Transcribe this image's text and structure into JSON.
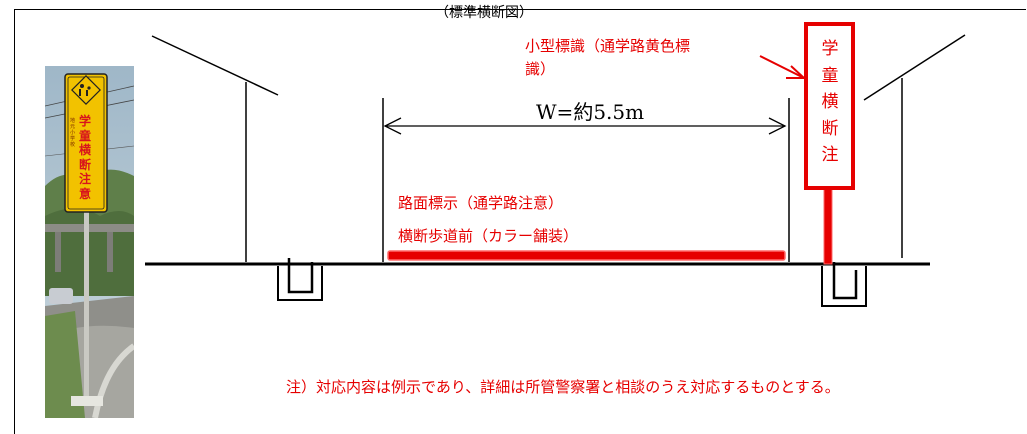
{
  "header": {
    "title": "（標準横断図）"
  },
  "photo_sign": {
    "text": "学童横断注意",
    "small_text": "地元小学校"
  },
  "dimension": {
    "label": "W=約5.5m"
  },
  "labels": {
    "small_sign": "小型標識（通学路黄色標識）",
    "small_sign_line1": "小型標識（通学路黄色標",
    "small_sign_line2": "識）",
    "road_marking_line1": "路面標示（通学路注意）",
    "road_marking_line2": "横断歩道前（カラー舗装）",
    "big_sign_chars": [
      "学",
      "童",
      "横",
      "断",
      "注"
    ]
  },
  "note": {
    "text": "注）対応内容は例示であり、詳細は所管警察署と相談のうえ対応するものとする。"
  },
  "colors": {
    "red": "#e60000",
    "sign_yellow": "#f2c200",
    "line": "#000000"
  },
  "icons": [
    "arrow-left-icon",
    "arrow-right-icon",
    "children-pictogram-icon",
    "gutter-icon"
  ]
}
